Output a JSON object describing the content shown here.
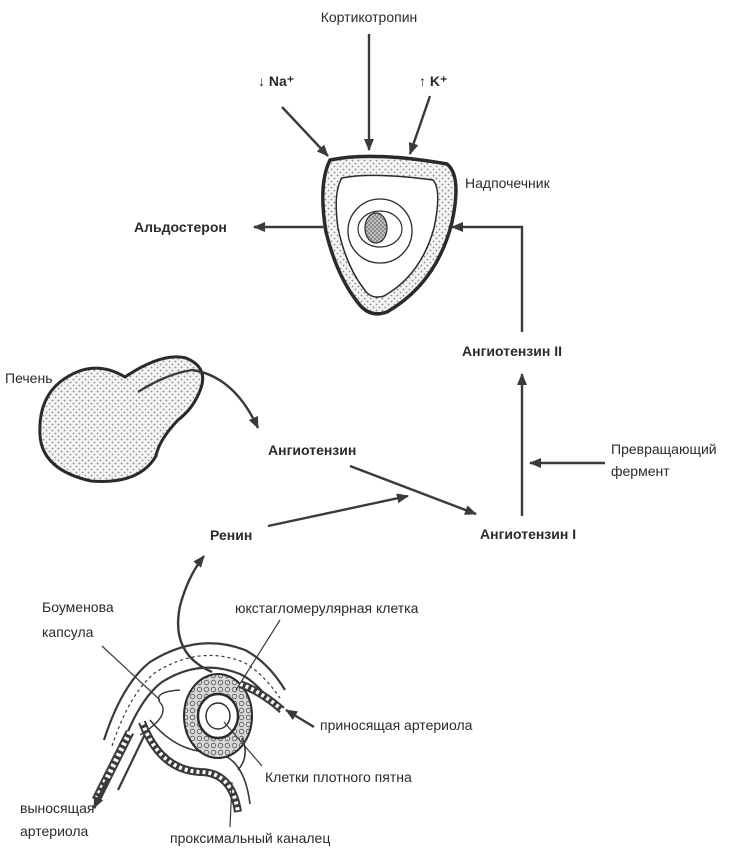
{
  "labels": {
    "corticotropin": "Кортикотропин",
    "na": "↓ Na⁺",
    "k": "↑ K⁺",
    "adrenal": "Надпочечник",
    "aldosterone": "Альдостерон",
    "liver": "Печень",
    "angiotensin_ii": "Ангиотензин II",
    "angiotensinogen": "Ангиотензин",
    "converting_enzyme_1": "Превращающий",
    "converting_enzyme_2": "фермент",
    "renin": "Ренин",
    "angiotensin_i": "Ангиотензин I",
    "bowman_1": "Боуменова",
    "bowman_2": "капсула",
    "juxtaglomerular": "юкстагломерулярная клетка",
    "afferent": "приносящая артериола",
    "macula_densa": "Клетки плотного пятна",
    "efferent_1": "выносящая",
    "efferent_2": "артериола",
    "proximal": "проксимальный каналец"
  }
}
